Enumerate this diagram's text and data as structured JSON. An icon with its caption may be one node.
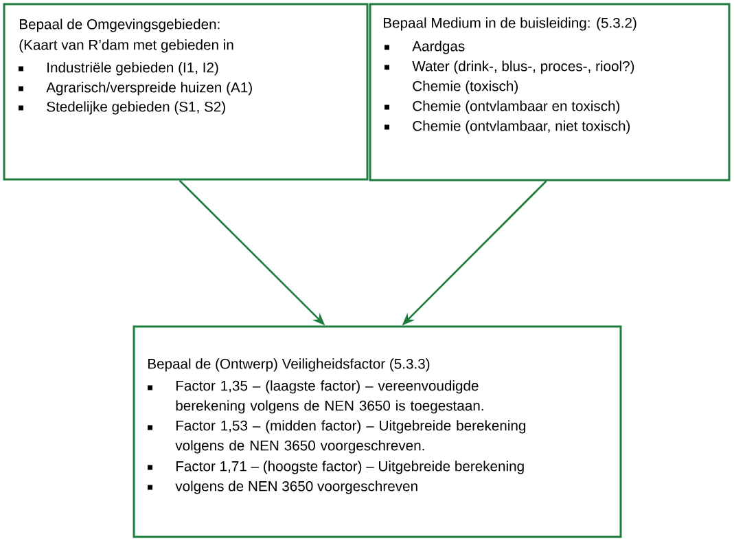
{
  "diagram": {
    "nodes": [
      {
        "text": [
          "Bepaal de Omgevingsgebieden:",
          "(Kaart van R’dam met gebieden in",
          "Industriële gebieden (I1, I2)",
          "Agrarisch/verspreide huizen (A1)",
          "Stedelijke gebieden (S1, S2)"
        ]
      },
      {
        "text": [
          "Bepaal Medium in de buisleiding: (5.3.2)",
          "Aardgas",
          "Water (drink-, blus-, proces-, riool?)",
          "Chemie (toxisch)",
          "Chemie (ontvlambaar en toxisch)",
          "Chemie (ontvlambaar, niet toxisch)"
        ]
      },
      {
        "text": [
          "Bepaal de (Ontwerp) Veiligheidsfactor (5.3.3)",
          "Factor 1,35 – (laagste factor) – vereenvoudigde berekening  volgens de NEN 3650 is toegestaan.",
          "Factor 1,53 – (midden factor) – Uitgebreide berekening volgens de NEN 3650 voorgeschreven.",
          "Factor 1,71 – (hoogste factor) – Uitgebreide berekening",
          "volgens de NEN 3650 voorgeschreven"
        ]
      }
    ],
    "edges": [
      {
        "from": 0,
        "to": 2,
        "arrow": "to"
      },
      {
        "from": 1,
        "to": 2,
        "arrow": "to"
      }
    ]
  }
}
